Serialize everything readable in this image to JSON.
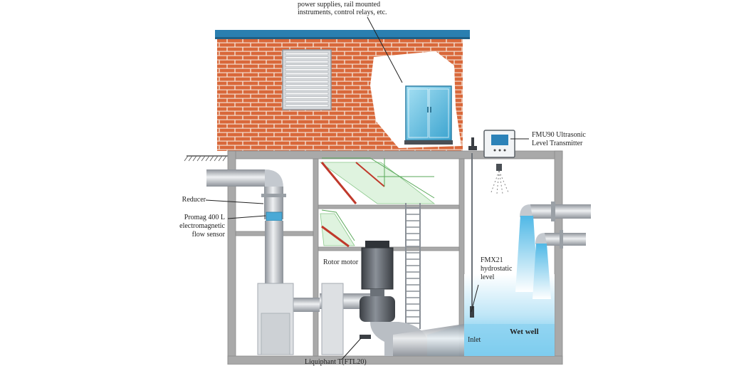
{
  "labels": {
    "cabinet_line1": "power supplies, rail mounted",
    "cabinet_line2": "instruments, control relays, etc.",
    "fmu_line1": "FMU90 Ultrasonic",
    "fmu_line2": "Level Transmitter",
    "reducer": "Reducer",
    "promag_line1": "Promag 400 L",
    "promag_line2": "electromagnetic",
    "promag_line3": "flow sensor",
    "rotor_motor": "Rotor motor",
    "fmx_line1": "FMX21",
    "fmx_line2": "hydrostatic",
    "fmx_line3": "level",
    "inlet": "Inlet",
    "wet_well": "Wet well",
    "liquiphant": "Liquiphant T(FTL20)"
  },
  "colors": {
    "brick": "#d9683a",
    "mortar": "#f3ddd0",
    "roof": "#2a7fb0",
    "wall_gray": "#a9a9a9",
    "water": "#6cc6ec",
    "cabinet": "#6fc3e3",
    "pipe": "#b7bcc2",
    "motor": "#555a60",
    "stairs": "#c8e8c8",
    "stair_red": "#c0392b"
  }
}
